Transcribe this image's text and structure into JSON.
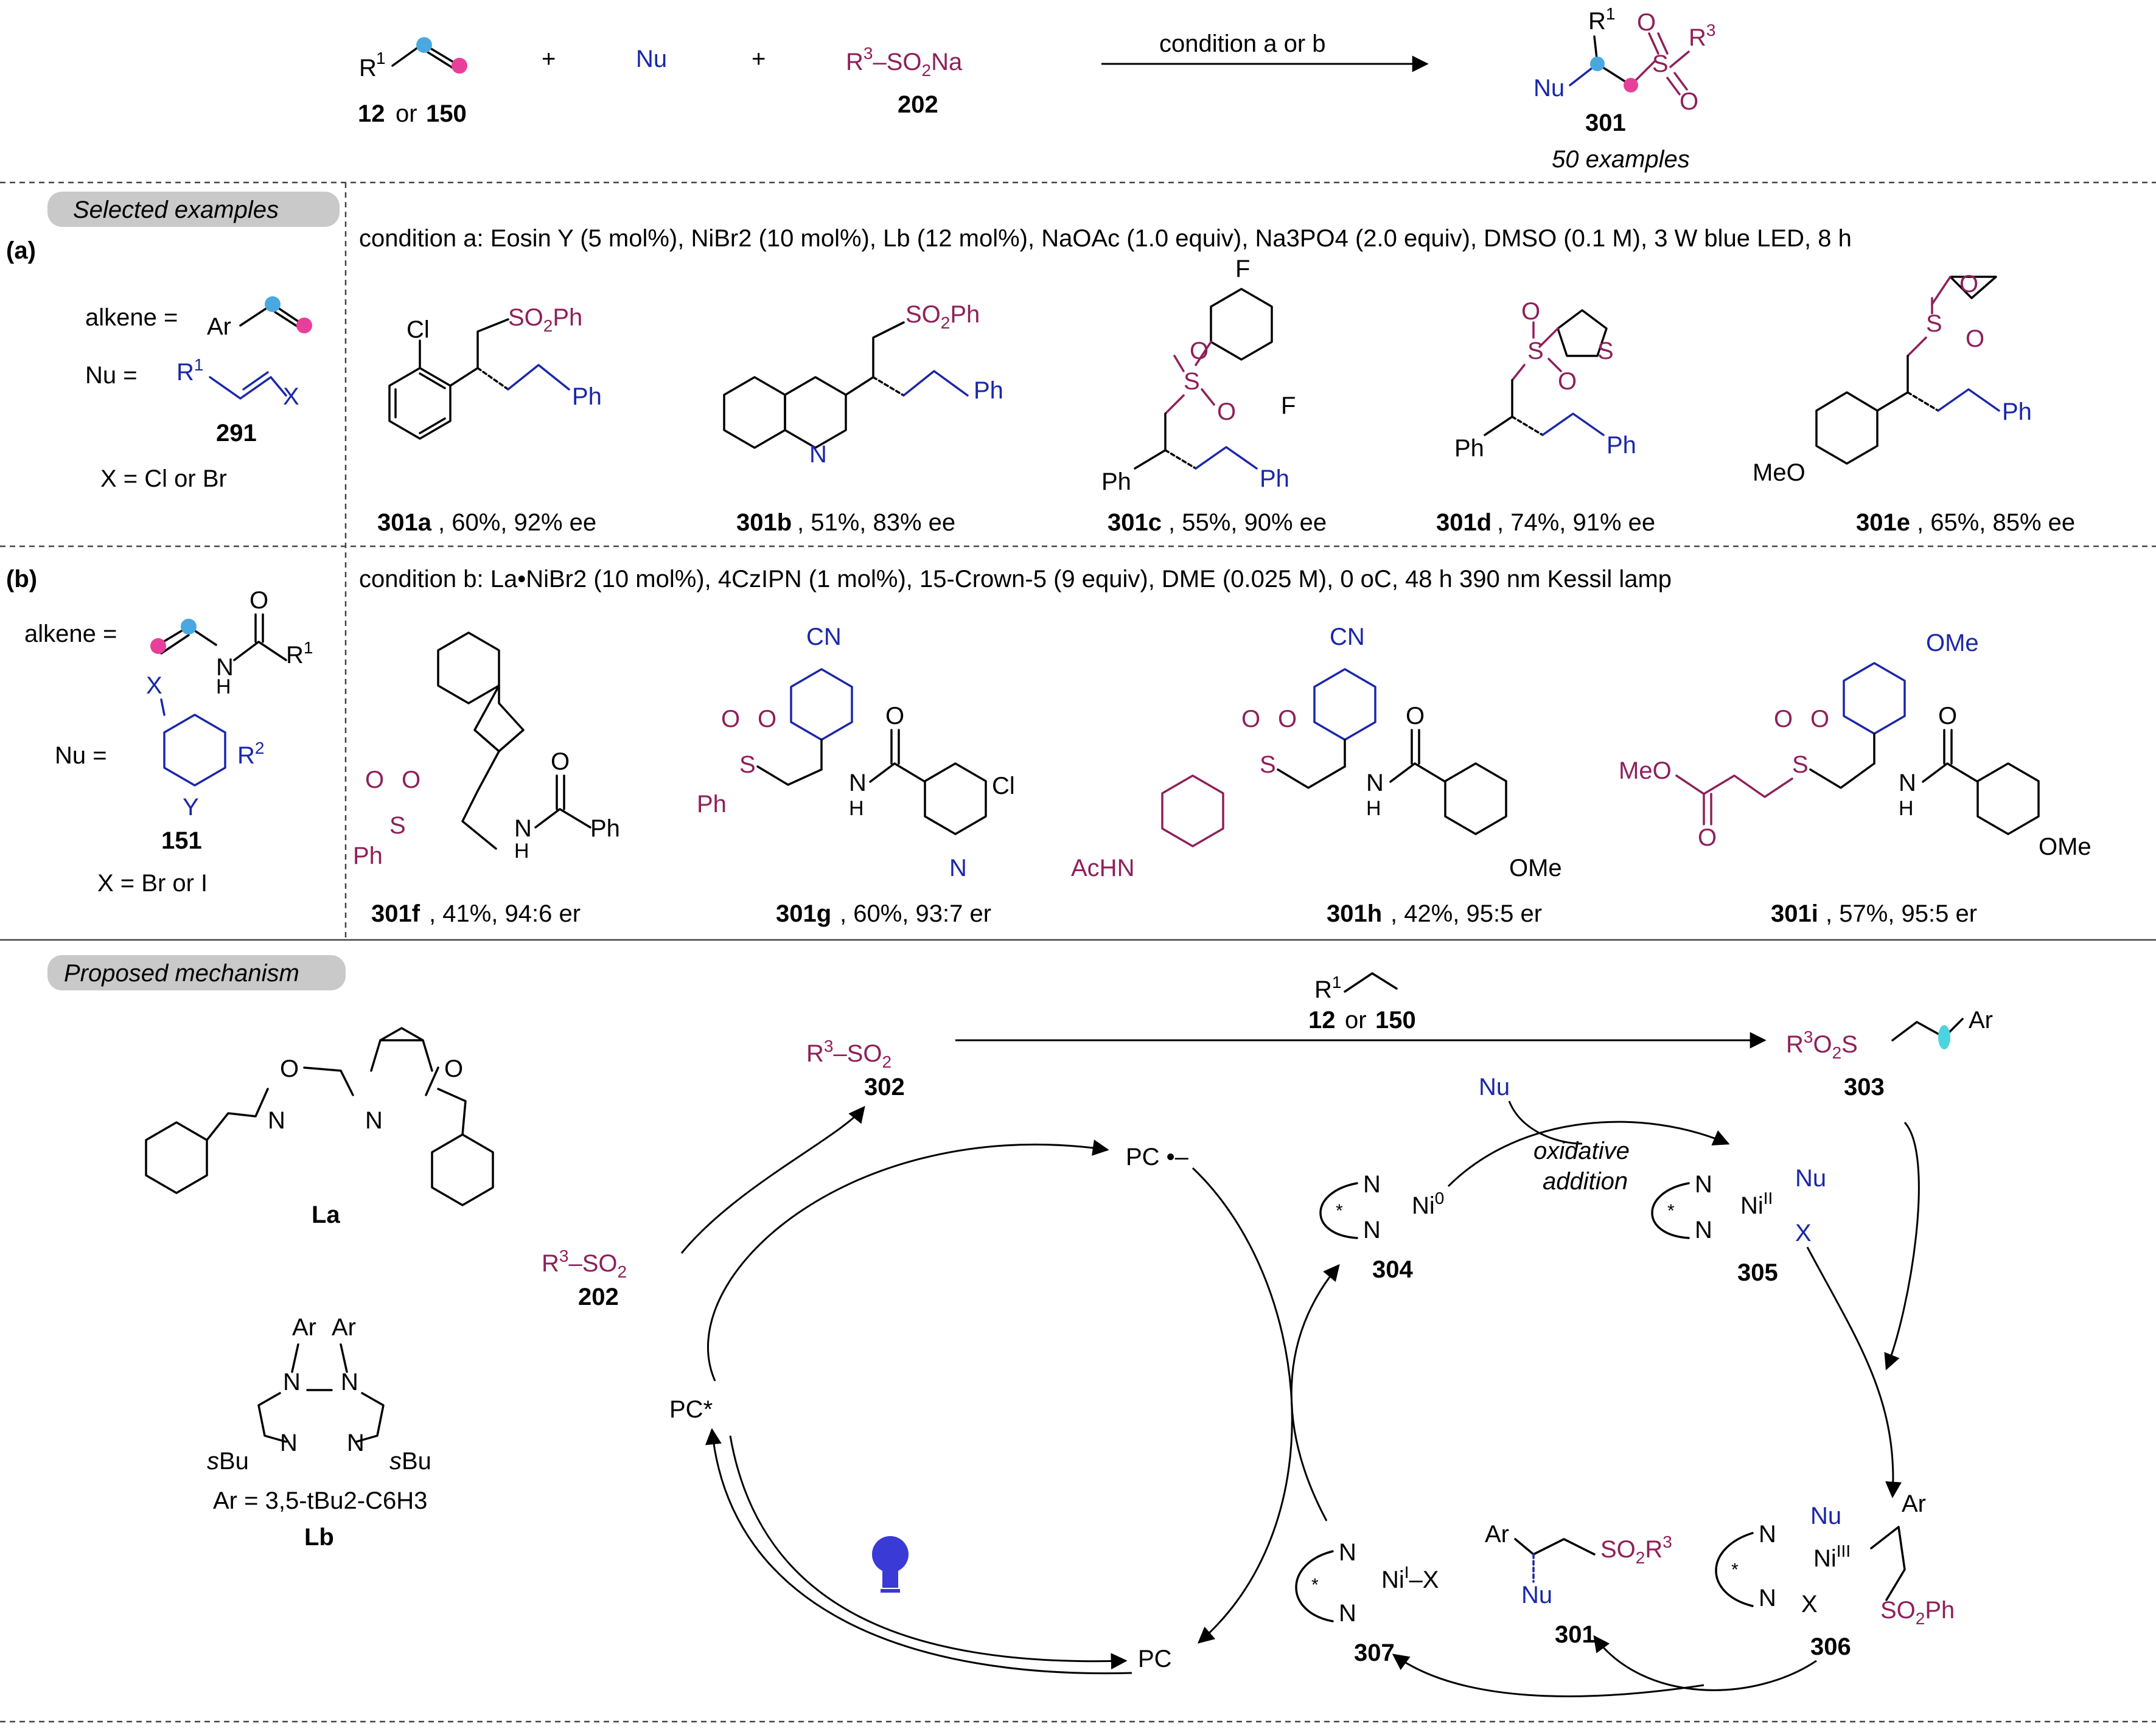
{
  "scheme": {
    "reagent1_sub": "1",
    "reagent1_label": "12",
    "reagent1_label_alt": "150",
    "reagent1_or": "or",
    "nu_label": "Nu",
    "plus": "+",
    "reagent3_label": "202",
    "arrow_label": "condition a or b",
    "product_label": "301",
    "product_examples": "50 examples"
  },
  "section_a": {
    "pill": "Selected examples",
    "tag": "(a)",
    "alkene_prefix": "alkene =",
    "nu_prefix": "Nu =",
    "nu_compound": "291",
    "x_def": "X = Cl or Br",
    "condition": "condition a: Eosin Y (5 mol%), NiBr2 (10 mol%), Lb (12 mol%), NaOAc (1.0 equiv), Na3PO4 (2.0 equiv), DMSO (0.1 M), 3 W blue LED, 8 h",
    "examples": [
      {
        "id": "301a",
        "result": ", 60%, 92% ee"
      },
      {
        "id": "301b",
        "result": ", 51%, 83% ee"
      },
      {
        "id": "301c",
        "result": ", 55%, 90% ee"
      },
      {
        "id": "301d",
        "result": ", 74%, 91% ee"
      },
      {
        "id": "301e",
        "result": ", 65%, 85% ee"
      }
    ]
  },
  "section_b": {
    "tag": "(b)",
    "alkene_prefix": "alkene =",
    "nu_prefix": "Nu =",
    "nu_compound": "151",
    "x_def": "X = Br or I",
    "condition": "condition b: La•NiBr2 (10 mol%), 4CzIPN (1 mol%), 15-Crown-5 (9 equiv), DME (0.025 M), 0 oC, 48 h 390 nm Kessil lamp",
    "examples": [
      {
        "id": "301f",
        "result": ", 41%, 94:6 er"
      },
      {
        "id": "301g",
        "result": ", 60%, 93:7 er"
      },
      {
        "id": "301h",
        "result": ", 42%, 95:5 er"
      },
      {
        "id": "301i",
        "result": ", 57%, 95:5 er"
      }
    ]
  },
  "mechanism": {
    "pill": "Proposed mechanism",
    "ligand_a": "La",
    "ligand_b": "Lb",
    "ar_def": "Ar = 3,5-tBu2-C6H3",
    "c202": "202",
    "c302": "302",
    "c303": "303",
    "c304": "304",
    "c305": "305",
    "c306": "306",
    "c307": "307",
    "c301": "301",
    "alkene_label_a": "12",
    "alkene_label_b": "150",
    "or": "or",
    "oxidative_addition_1": "oxidative",
    "oxidative_addition_2": "addition",
    "pc": "PC",
    "pc_star": "PC*",
    "pc_rad": "PC •–",
    "nu": "Nu",
    "ar": "Ar"
  },
  "colors": {
    "magenta": "#8f1f5a",
    "blue": "#1a27a8",
    "pink_dot": "#e8409a",
    "cyan_dot": "#4aa8e0",
    "bulb": "#3a3ad6"
  }
}
